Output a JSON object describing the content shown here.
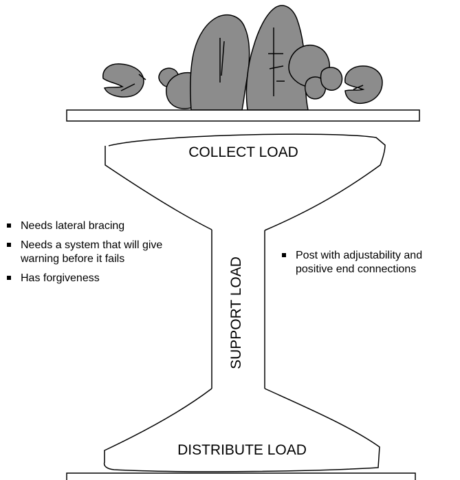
{
  "diagram": {
    "labels": {
      "collect": "COLLECT LOAD",
      "support": "SUPPORT LOAD",
      "distribute": "DISTRIBUTE LOAD"
    },
    "left_notes": [
      "Needs lateral bracing",
      "Needs a system that will give warning before it fails",
      "Has forgiveness"
    ],
    "right_notes": [
      "Post with adjustability and positive end connections"
    ],
    "colors": {
      "rock_fill": "#8c8c8c",
      "outline": "#000000"
    },
    "icons": [
      "rock-pile-icon",
      "bullet-square-icon"
    ]
  }
}
